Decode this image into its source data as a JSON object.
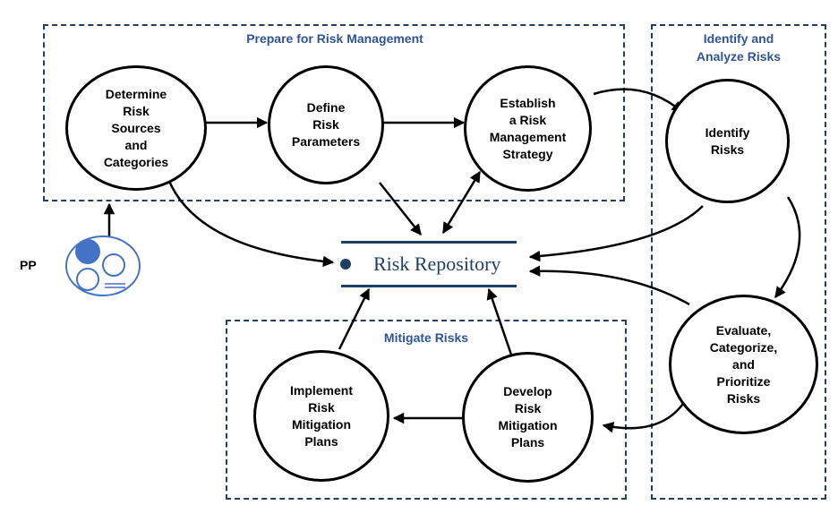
{
  "groups": {
    "prepare": {
      "title": "Prepare for Risk Management"
    },
    "identify": {
      "title": "Identify and\nAnalyze Risks"
    },
    "mitigate": {
      "title": "Mitigate Risks"
    }
  },
  "nodes": {
    "determine": "Determine\nRisk\nSources\nand\nCategories",
    "define": "Define\nRisk\nParameters",
    "establish": "Establish\na Risk\nManagement\nStrategy",
    "identify": "Identify\nRisks",
    "evaluate": "Evaluate,\nCategorize,\nand\nPrioritize\nRisks",
    "develop": "Develop\nRisk\nMitigation\nPlans",
    "implement": "Implement\nRisk\nMitigation\nPlans"
  },
  "repository": {
    "title": "Risk Repository"
  },
  "pp": {
    "label": "PP"
  },
  "colors": {
    "accent": "#2f5597",
    "dark_blue": "#1f3f64",
    "icon_blue": "#4472c4",
    "stroke": "#000000"
  }
}
